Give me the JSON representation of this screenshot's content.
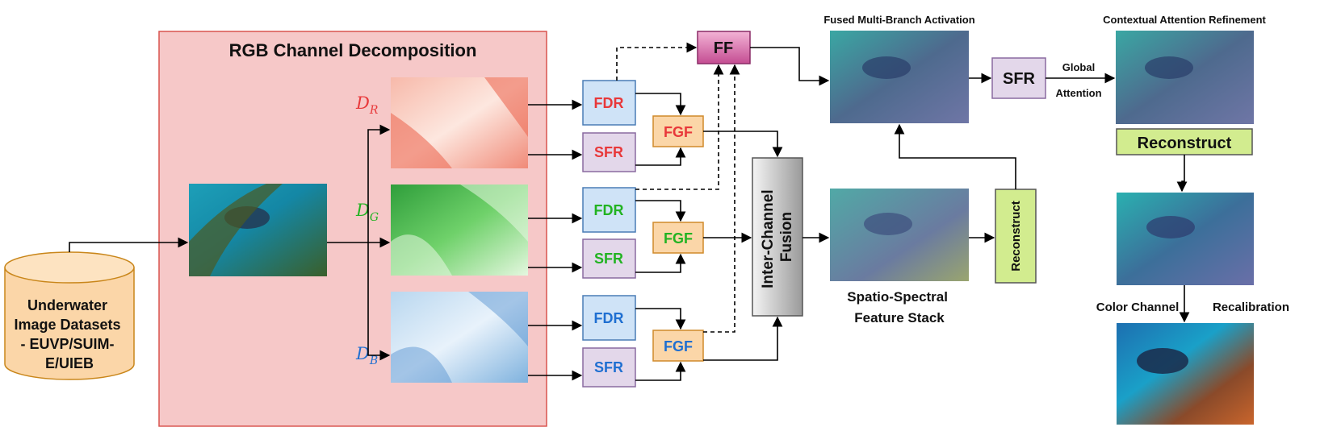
{
  "dataset": {
    "lines": [
      "Underwater",
      "Image Datasets",
      "- EUVP/SUIM-",
      "E/UIEB"
    ]
  },
  "decomposition_title": "RGB Channel Decomposition",
  "channels": {
    "r": {
      "main": "D",
      "sub": "R"
    },
    "g": {
      "main": "D",
      "sub": "G"
    },
    "b": {
      "main": "D",
      "sub": "B"
    }
  },
  "blocks": {
    "fdr": "FDR",
    "sfr": "SFR",
    "fgf": "FGF",
    "ff": "FF",
    "inter_channel_fusion": [
      "Inter-Channel",
      "Fusion"
    ],
    "reconstruct_vertical": "Reconstruct",
    "sfr_global": "SFR",
    "reconstruct_horizontal": "Reconstruct"
  },
  "captions": {
    "fused": "Fused Multi-Branch Activation",
    "contextual": "Contextual Attention Refinement",
    "spatio": [
      "Spatio-Spectral",
      "Feature Stack"
    ],
    "global_attention": [
      "Global",
      "Attention"
    ],
    "color_channel": "Color Channel",
    "recalibration": "Recalibration"
  },
  "colors": {
    "red": "#e8383a",
    "green": "#22b322",
    "blue": "#1f6fd1",
    "panel_fill": "#f6c8c8",
    "panel_stroke": "#d9534f",
    "fdr_fill": "#cfe3f7",
    "sfr_fill": "#e3d7ea",
    "fgf_fill": "#fbd6a8",
    "reconstruct_fill": "#d2ec8f"
  }
}
